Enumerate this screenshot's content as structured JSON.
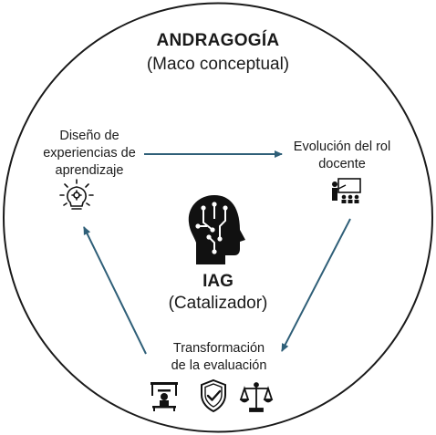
{
  "title": "ANDRAGOGÍA",
  "subtitle": "(Maco conceptual)",
  "nodes": {
    "design": {
      "lines": [
        "Diseño de",
        "experiencias de",
        "aprendizaje"
      ],
      "icon": "lightbulb-gear-icon"
    },
    "role": {
      "lines": [
        "Evolución del rol",
        "docente"
      ],
      "icon": "teacher-presentation-icon"
    },
    "evaluation": {
      "lines": [
        "Transformación",
        "de la evaluación"
      ],
      "icons": [
        "desk-group-icon",
        "shield-check-icon",
        "scales-icon"
      ]
    }
  },
  "center": {
    "title": "IAG",
    "subtitle": "(Catalizador)",
    "icon": "ai-head-circuit-icon"
  },
  "colors": {
    "arrow": "#2f5f78",
    "circle": "#1a1a1a",
    "icon": "#111111"
  }
}
